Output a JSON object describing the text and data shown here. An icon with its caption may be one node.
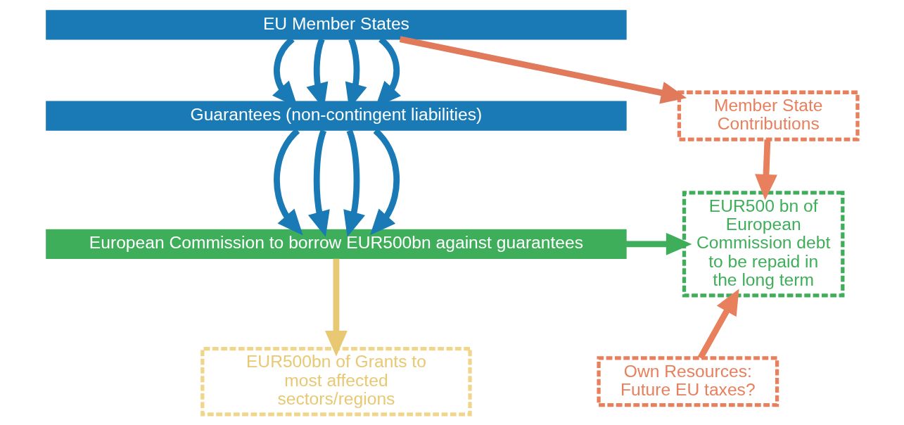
{
  "diagram": {
    "nodes": [
      {
        "text": [
          "EU Member States"
        ]
      },
      {
        "text": [
          "Guarantees (non-contingent liabilities)"
        ]
      },
      {
        "text": [
          "European Commission to borrow EUR500bn against guarantees"
        ]
      },
      {
        "text": [
          "EUR500 bn of European Commission debt to be repaid in the long term"
        ]
      },
      {
        "text": [
          "Member State Contributions"
        ]
      },
      {
        "text": [
          "Own Resources: Future EU taxes?"
        ]
      },
      {
        "text": [
          "EUR500bn of Grants to most affected sectors/regions"
        ]
      }
    ],
    "edges": [
      {
        "from": 0,
        "to": 1,
        "arrow": "to"
      },
      {
        "from": 0,
        "to": 1,
        "arrow": "to"
      },
      {
        "from": 0,
        "to": 1,
        "arrow": "to"
      },
      {
        "from": 0,
        "to": 1,
        "arrow": "to"
      },
      {
        "from": 1,
        "to": 2,
        "arrow": "to"
      },
      {
        "from": 1,
        "to": 2,
        "arrow": "to"
      },
      {
        "from": 1,
        "to": 2,
        "arrow": "to"
      },
      {
        "from": 1,
        "to": 2,
        "arrow": "to"
      },
      {
        "from": 2,
        "to": 3,
        "arrow": "to",
        "color": "#3fae5a"
      },
      {
        "from": 2,
        "to": 6,
        "arrow": "to",
        "color": "#e8c872"
      },
      {
        "from": 0,
        "to": 4,
        "arrow": "to",
        "color": "#e07a5a"
      },
      {
        "from": 4,
        "to": 3,
        "arrow": "to",
        "color": "#e8805e"
      },
      {
        "from": 5,
        "to": 3,
        "arrow": "to",
        "color": "#e8805e"
      }
    ]
  }
}
